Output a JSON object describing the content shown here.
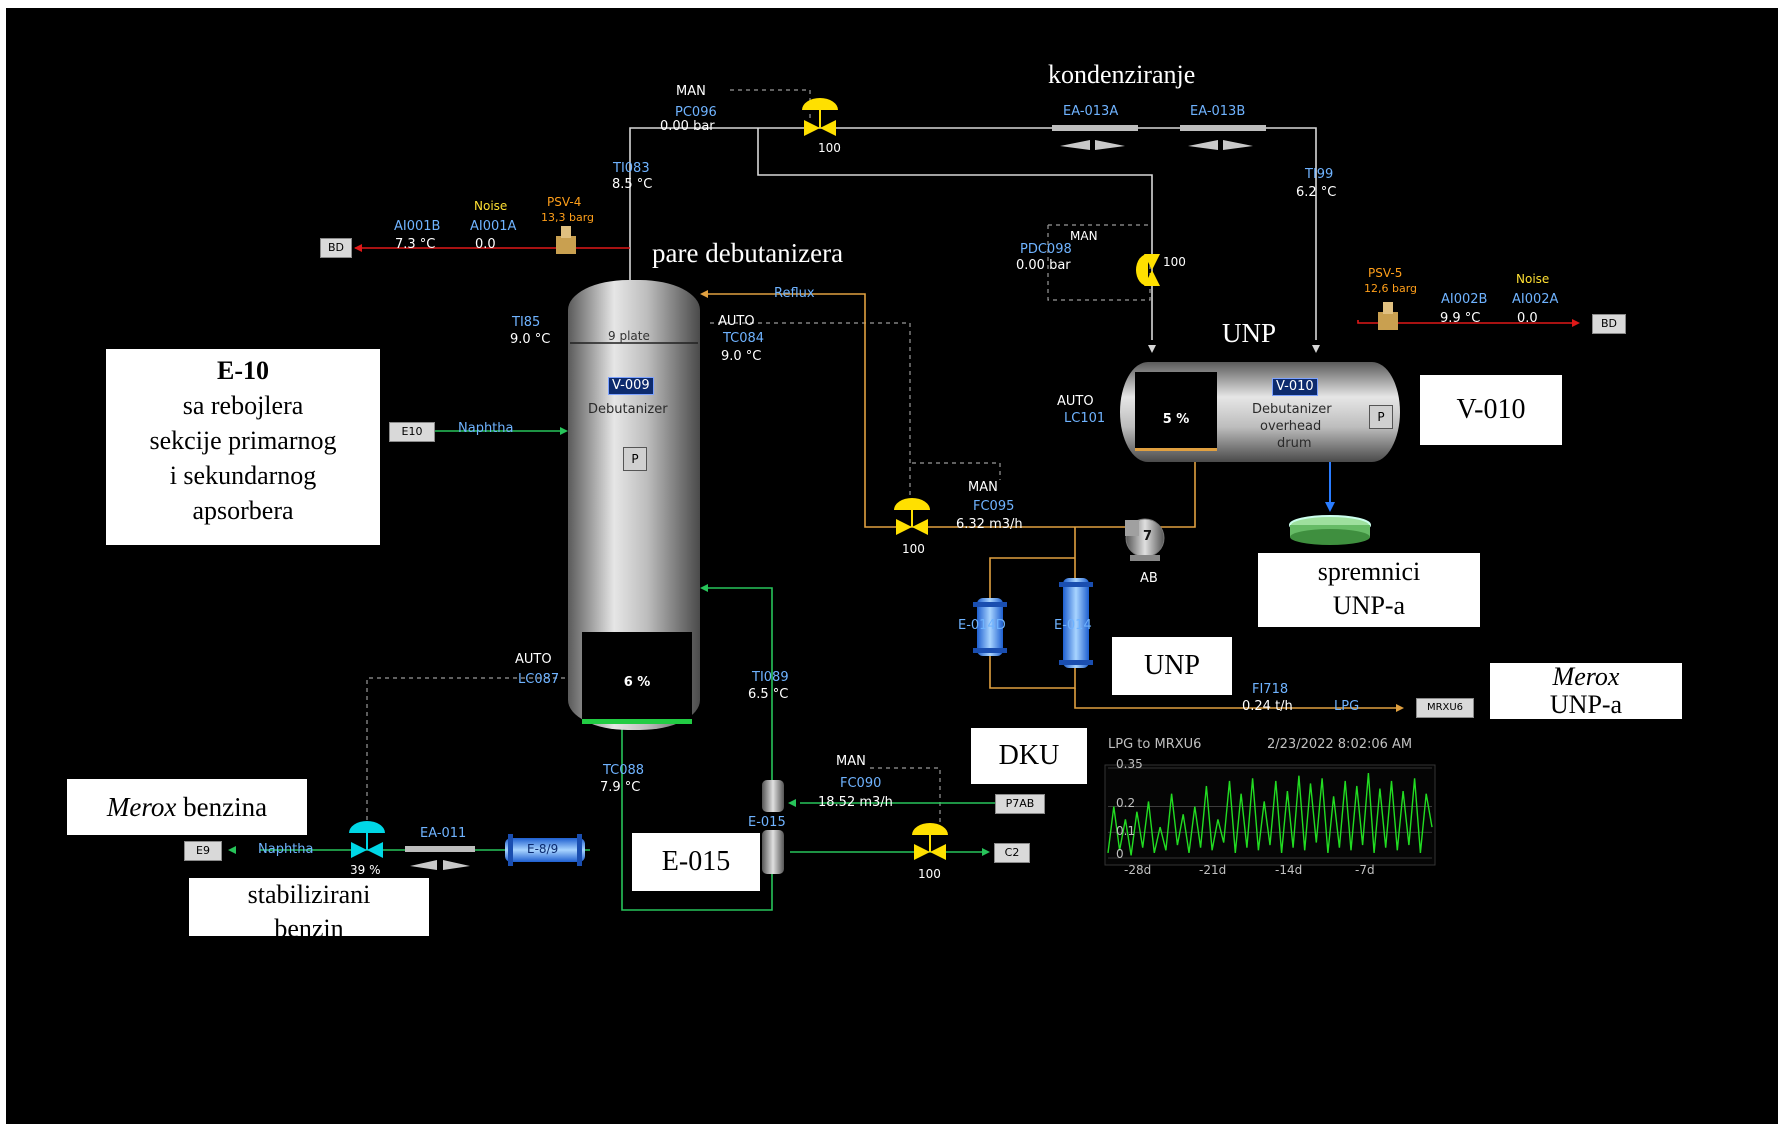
{
  "colors": {
    "background": "#000000",
    "tag_blue": "#6fb3ff",
    "noise_yellow": "#ffe033",
    "psv_orange": "#ff9f1a",
    "valve_yellow": "#ffe000",
    "valve_cyan": "#00d7e6",
    "pipe_orange": "#e0a040",
    "pipe_green": "#27c45a",
    "pipe_red": "#e01818",
    "pipe_white": "#d8d8d8",
    "trend_green": "#22dd22"
  },
  "annotations": {
    "kondenziranje": "kondenziranje",
    "pare_debutanizera": "pare debutanizera",
    "unp_top": "UNP",
    "e10_title": "E-10",
    "e10_line1": "sa rebojlera",
    "e10_line2": "sekcije primarnog",
    "e10_line3": "i sekundarnog",
    "e10_line4": "apsorbera",
    "v010": "V-010",
    "spremnici_line1": "spremnici",
    "spremnici_line2": "UNP-a",
    "unp_mid": "UNP",
    "merox_unp_italic": "Merox",
    "merox_unp_line2": "UNP-a",
    "dku": "DKU",
    "merox_benzina_italic": "Merox",
    "merox_benzina_rest": " benzina",
    "e015_box": "E-015",
    "stabilizirani_line1": "stabilizirani",
    "stabilizirani_line2": "benzin"
  },
  "top_pressure": {
    "mode": "MAN",
    "tag": "PC096",
    "value": "0.00 bar",
    "valve_output": "100"
  },
  "condensers": {
    "a": "EA-013A",
    "b": "EA-013B"
  },
  "ti083": {
    "tag": "TI083",
    "value": "8.5 °C"
  },
  "ti99": {
    "tag": "TI99",
    "value": "6.2 °C"
  },
  "left_vent": {
    "noise": "Noise",
    "psv_tag": "PSV-4",
    "psv_set": "13,3 barg",
    "ai_b_tag": "AI001B",
    "ai_b_value": "7.3 °C",
    "ai_a_tag": "AI001A",
    "ai_a_value": "0.0",
    "bd": "BD"
  },
  "right_vent": {
    "noise": "Noise",
    "psv_tag": "PSV-5",
    "psv_set": "12,6 barg",
    "ai_b_tag": "AI002B",
    "ai_b_value": "9.9 °C",
    "ai_a_tag": "AI002A",
    "ai_a_value": "0.0",
    "bd": "BD"
  },
  "pdc098": {
    "mode": "MAN",
    "tag": "PDC098",
    "value": "0.00 bar",
    "valve_output": "100"
  },
  "debutanizer": {
    "tag": "V-009",
    "name": "Debutanizer",
    "plate": "9 plate",
    "p_button": "P",
    "level": "6 %",
    "ti85_tag": "TI85",
    "ti85_value": "9.0 °C",
    "tc084_mode": "AUTO",
    "tc084_tag": "TC084",
    "tc084_value": "9.0 °C",
    "reflux": "Reflux",
    "lc087_mode": "AUTO",
    "lc087_tag": "LC087",
    "tc088_tag": "TC088",
    "tc088_value": "7.9 °C",
    "ti089_tag": "TI089",
    "ti089_value": "6.5 °C"
  },
  "feed": {
    "endpoint": "E10",
    "label": "Naphtha"
  },
  "drum": {
    "tag": "V-010",
    "name_line1": "Debutanizer",
    "name_line2": "overhead",
    "name_line3": "drum",
    "p_button": "P",
    "level": "5 %",
    "lc101_mode": "AUTO",
    "lc101_tag": "LC101"
  },
  "fc095": {
    "mode": "MAN",
    "tag": "FC095",
    "value": "6.32 m3/h",
    "valve_output": "100"
  },
  "pump": {
    "number": "7",
    "label": "AB"
  },
  "exchangers": {
    "e014d": "E-014D",
    "e014": "E-014",
    "e89": "E-8/9",
    "e015": "E-015"
  },
  "fi718": {
    "tag": "FI718",
    "value": "0.24 t/h",
    "product": "LPG",
    "endpoint": "MRXU6"
  },
  "fc090": {
    "mode": "MAN",
    "tag": "FC090",
    "value": "18.52 m3/h",
    "source": "P7AB",
    "valve_output": "100",
    "endpoint": "C2"
  },
  "bottoms": {
    "endpoint": "E9",
    "label": "Naphtha",
    "valve_output": "39 %",
    "cooler": "EA-011"
  },
  "trend": {
    "title": "LPG to MRXU6",
    "timestamp": "2/23/2022 8:02:06 AM",
    "y_ticks": [
      "0.35",
      "0.2",
      "0.1",
      "0"
    ],
    "x_ticks": [
      "-28d",
      "-21d",
      "-14d",
      "-7d"
    ]
  },
  "chart_data": {
    "type": "line",
    "title": "LPG to MRXU6",
    "xlabel": "",
    "ylabel": "",
    "xlim": [
      -28,
      0
    ],
    "ylim": [
      0,
      0.35
    ],
    "x_ticks": [
      "-28d",
      "-21d",
      "-14d",
      "-7d"
    ],
    "y_ticks": [
      0.35,
      0.2,
      0.1,
      0
    ],
    "series": [
      {
        "x": [
          -28,
          -27.5,
          -27,
          -26.5,
          -26,
          -25.5,
          -25,
          -24.5,
          -24,
          -23.5,
          -23,
          -22.5,
          -22,
          -21.5,
          -21,
          -20.5,
          -20,
          -19.5,
          -19,
          -18.5,
          -18,
          -17.5,
          -17,
          -16.5,
          -16,
          -15.5,
          -15,
          -14.5,
          -14,
          -13.5,
          -13,
          -12.5,
          -12,
          -11.5,
          -11,
          -10.5,
          -10,
          -9.5,
          -9,
          -8.5,
          -8,
          -7.5,
          -7,
          -6.5,
          -6,
          -5.5,
          -5,
          -4.5,
          -4,
          -3.5,
          -3,
          -2.5,
          -2,
          -1.5,
          -1,
          -0.5,
          0
        ],
        "y": [
          0.02,
          0.2,
          0.03,
          0.15,
          0.01,
          0.18,
          0.04,
          0.22,
          0.02,
          0.12,
          0.03,
          0.25,
          0.05,
          0.17,
          0.02,
          0.2,
          0.04,
          0.28,
          0.03,
          0.15,
          0.06,
          0.3,
          0.02,
          0.25,
          0.04,
          0.31,
          0.03,
          0.22,
          0.05,
          0.3,
          0.02,
          0.26,
          0.04,
          0.32,
          0.03,
          0.29,
          0.06,
          0.31,
          0.02,
          0.24,
          0.04,
          0.3,
          0.03,
          0.28,
          0.05,
          0.33,
          0.02,
          0.27,
          0.04,
          0.3,
          0.03,
          0.26,
          0.05,
          0.31,
          0.02,
          0.25,
          0.12
        ]
      }
    ]
  }
}
